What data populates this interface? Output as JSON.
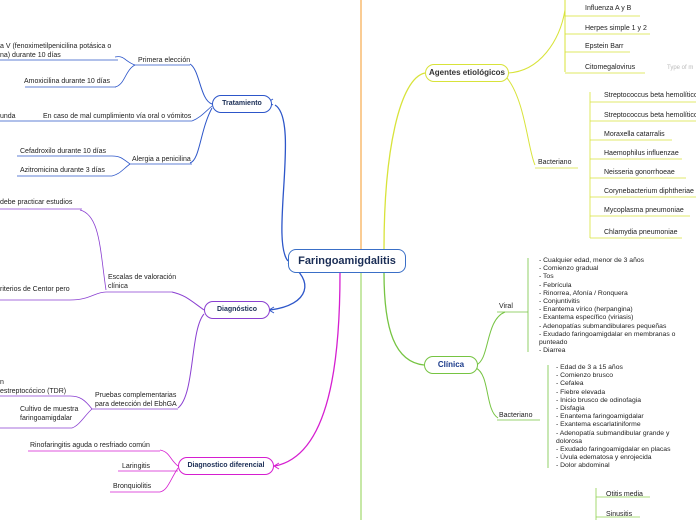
{
  "center": "Faringoamigdalitis",
  "right": {
    "agentes": {
      "title": "Agentes etiológicos",
      "viral_items": [
        "Influenza A y B",
        "Herpes simple 1 y 2",
        "Epstein Barr",
        "Citomegalovirus"
      ],
      "type_hint": "Type of m",
      "bacteriano_label": "Bacteriano",
      "bacteria": [
        "Streptococcus beta hemolítico",
        "Streptococcus beta hemolítico",
        "Moraxella catarralis",
        "Haemophilus influenzae",
        "Neisseria gonorrhoeae",
        "Corynebacterium diphtheriae",
        "Mycoplasma pneumoniae",
        "Chlamydia pneumoniae"
      ]
    },
    "clinica": {
      "title": "Clínica",
      "viral_label": "Viral",
      "viral_text": "- Cualquier edad, menor de 3 años\n- Comienzo gradual\n- Tos\n- Febrícula\n- Rinorrea, Afonía / Ronquera\n- Conjuntivitis\n- Enantema vírico (herpangina)\n- Exantema específico (viriasis)\n- Adenopatías submandibulares pequeñas\n- Exudado faringoamigdalar en membranas o punteado\n- Diarrea",
      "bacteriano_label": "Bacteriano",
      "bacteriano_text": "- Edad de 3 a 15 años\n- Comienzo brusco\n- Cefalea\n- Fiebre elevada\n- Inicio brusco de odinofagia\n- Disfagia\n- Enantema faringoamigdalar\n- Exantema escarlatiniforme\n- Adenopatía submandibular grande y dolorosa\n- Exudado faringoamigdalar en placas\n- Úvula edematosa y enrojecida\n- Dolor abdominal"
    },
    "complicaciones": [
      "Otitis media",
      "Sinusitis"
    ]
  },
  "left": {
    "tratamiento": {
      "title": "Tratamiento",
      "primera_label": "Primera elección",
      "primera_items": [
        "a V (fenoximetilpenicilina potásica o\nna) durante 10 días",
        "Amoxicilina durante 10 días"
      ],
      "incumplimiento_label": "En caso de mal cumplimiento vía oral o vómitos",
      "incumplimiento_item": "unda",
      "alergia_label": "Alergia a penicilina",
      "alergia_items": [
        "Cefadroxilo durante 10 días",
        "Azitromicina durante 3 días"
      ]
    },
    "diagnostico": {
      "title": "Diagnóstico",
      "top_text": "debe practicar estudios",
      "escalas_label": "Escalas de valoración\nclínica",
      "escalas_item": "riterios de Centor pero",
      "pruebas_label": "Pruebas complementarias\npara detección del EbhGA",
      "pruebas_item1": "n\nestreptocócico (TDR)",
      "pruebas_item2": "Cultivo de muestra\nfaringoamigdalar"
    },
    "diferencial": {
      "title": "Diagnostico diferencial",
      "items": [
        "Rinofaringitis aguda o resfriado común",
        "Laringitis",
        "Bronquiolitis"
      ]
    }
  },
  "colors": {
    "center": "#3a6fc7",
    "top_divider": "#f59a2a",
    "bottom_divider": "#8fd14f",
    "agentes": "#d8e33a",
    "clinica": "#76c442",
    "tratamiento": "#2d56c9",
    "diagnostico": "#8a3fd1",
    "diferencial": "#d51ed0"
  }
}
